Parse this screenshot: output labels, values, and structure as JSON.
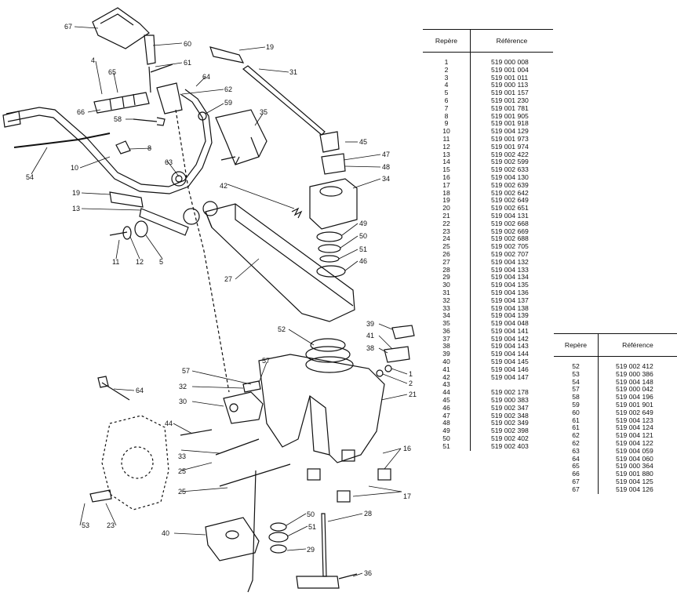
{
  "callouts": [
    "67",
    "60",
    "61",
    "19",
    "31",
    "4",
    "65",
    "64",
    "62",
    "59",
    "66",
    "58",
    "35",
    "8",
    "45",
    "47",
    "54",
    "10",
    "48",
    "63",
    "42",
    "34",
    "19",
    "13",
    "49",
    "50",
    "51",
    "46",
    "11",
    "12",
    "5",
    "27",
    "52",
    "39",
    "41",
    "38",
    "1",
    "2",
    "21",
    "57",
    "57",
    "32",
    "30",
    "64",
    "44",
    "33",
    "25",
    "16",
    "25",
    "17",
    "53",
    "23",
    "40",
    "50",
    "51",
    "29",
    "28",
    "36"
  ],
  "table1": {
    "header_repere": "Repère",
    "header_reference": "Référence",
    "rows": [
      [
        "1",
        "519 000 008"
      ],
      [
        "2",
        "519 001 004"
      ],
      [
        "3",
        "519 001 011"
      ],
      [
        "4",
        "519 000 113"
      ],
      [
        "5",
        "519 001 157"
      ],
      [
        "6",
        "519 001 230"
      ],
      [
        "7",
        "519 001 781"
      ],
      [
        "8",
        "519 001 905"
      ],
      [
        "9",
        "519 001 918"
      ],
      [
        "10",
        "519 004 129"
      ],
      [
        "11",
        "519 001 973"
      ],
      [
        "12",
        "519 001 974"
      ],
      [
        "13",
        "519 002 422"
      ],
      [
        "14",
        "519 002 599"
      ],
      [
        "15",
        "519 002 633"
      ],
      [
        "16",
        "519 004 130"
      ],
      [
        "17",
        "519 002 639"
      ],
      [
        "18",
        "519 002 642"
      ],
      [
        "19",
        "519 002 649"
      ],
      [
        "20",
        "519 002 651"
      ],
      [
        "21",
        "519 004 131"
      ],
      [
        "22",
        "519 002 668"
      ],
      [
        "23",
        "519 002 669"
      ],
      [
        "24",
        "519 002 688"
      ],
      [
        "25",
        "519 002 705"
      ],
      [
        "26",
        "519 002 707"
      ],
      [
        "27",
        "519 004 132"
      ],
      [
        "28",
        "519 004 133"
      ],
      [
        "29",
        "519 004 134"
      ],
      [
        "30",
        "519 004 135"
      ],
      [
        "31",
        "519 004 136"
      ],
      [
        "32",
        "519 004 137"
      ],
      [
        "33",
        "519 004 138"
      ],
      [
        "34",
        "519 004 139"
      ],
      [
        "35",
        "519 004 048"
      ],
      [
        "36",
        "519 004 141"
      ],
      [
        "37",
        "519 004 142"
      ],
      [
        "38",
        "519 004 143"
      ],
      [
        "39",
        "519 004 144"
      ],
      [
        "40",
        "519 004 145"
      ],
      [
        "41",
        "519 004 146"
      ],
      [
        "42",
        "519 004 147"
      ],
      [
        "43",
        ""
      ],
      [
        "44",
        "519 002 178"
      ],
      [
        "45",
        "519 000 383"
      ],
      [
        "46",
        "519 002 347"
      ],
      [
        "47",
        "519 002 348"
      ],
      [
        "48",
        "519 002 349"
      ],
      [
        "49",
        "519 002 398"
      ],
      [
        "50",
        "519 002 402"
      ],
      [
        "51",
        "519 002 403"
      ]
    ]
  },
  "table2": {
    "header_repere": "Repère",
    "header_reference": "Référence",
    "rows": [
      [
        "52",
        "519 002 412"
      ],
      [
        "53",
        "519 000 386"
      ],
      [
        "54",
        "519 004 148"
      ],
      [
        "57",
        "519 000 042"
      ],
      [
        "58",
        "519 004 196"
      ],
      [
        "59",
        "519 001 901"
      ],
      [
        "60",
        "519 002 649"
      ],
      [
        "61",
        "519 004 123"
      ],
      [
        "61",
        "519 004 124"
      ],
      [
        "62",
        "519 004 121"
      ],
      [
        "62",
        "519 004 122"
      ],
      [
        "63",
        "519 004 059"
      ],
      [
        "64",
        "519 004 060"
      ],
      [
        "65",
        "519 000 364"
      ],
      [
        "66",
        "519 001 880"
      ],
      [
        "67",
        "519 004 125"
      ],
      [
        "67",
        "519 004 126"
      ]
    ]
  }
}
